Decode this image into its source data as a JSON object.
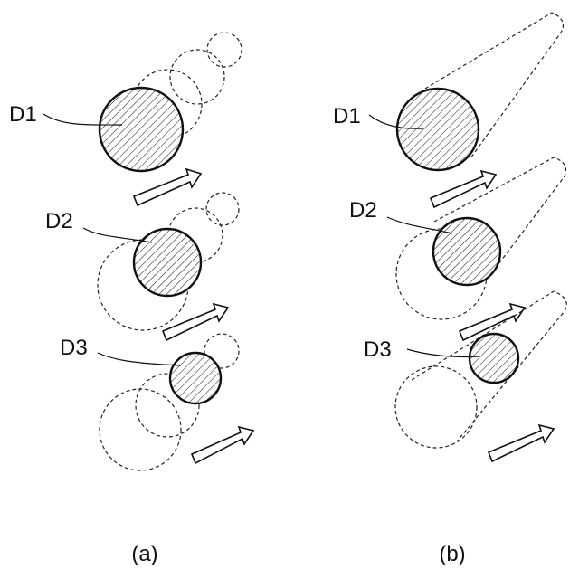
{
  "panels": [
    {
      "caption": "(a)",
      "droplets": [
        {
          "label": "D1"
        },
        {
          "label": "D2"
        },
        {
          "label": "D3"
        }
      ]
    },
    {
      "caption": "(b)",
      "droplets": [
        {
          "label": "D1"
        },
        {
          "label": "D2"
        },
        {
          "label": "D3"
        }
      ]
    }
  ]
}
